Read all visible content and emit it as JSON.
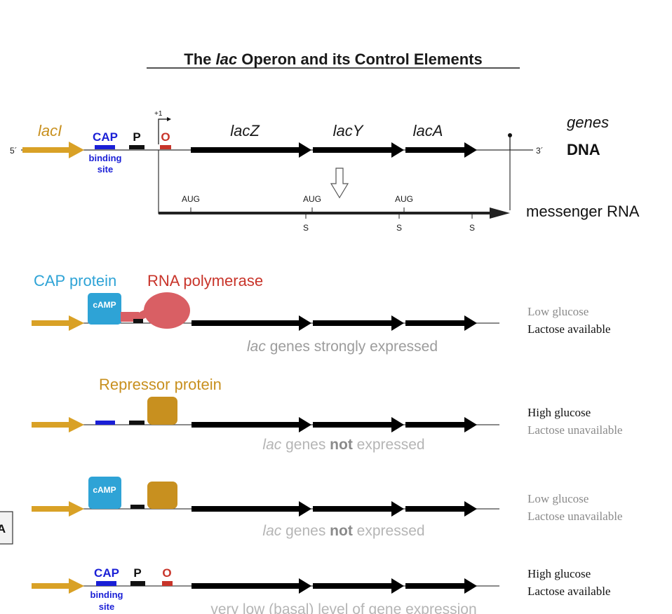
{
  "title": {
    "prefix": "The ",
    "italic": "lac",
    "suffix": " Operon and its Control Elements"
  },
  "top": {
    "lacI": "lacI",
    "five_prime": "5´",
    "three_prime": "3´",
    "cap": "CAP",
    "p": "P",
    "o": "O",
    "binding": "binding",
    "site": "site",
    "plus_one": "+1",
    "lacZ": "lacZ",
    "lacY": "lacY",
    "lacA": "lacA",
    "genes": "genes",
    "dna": "DNA",
    "aug1": "AUG",
    "aug2": "AUG",
    "aug3": "AUG",
    "s1": "S",
    "s2": "S",
    "s3": "S",
    "mrna": "messenger RNA"
  },
  "states": [
    {
      "header1": "CAP protein",
      "header2": "RNA polymerase",
      "camp": "cAMP",
      "cond1": "Low glucose",
      "cond2": "Lactose available",
      "expr_italic": "lac",
      "expr_rest": " genes strongly expressed"
    },
    {
      "header1": "Repressor protein",
      "cond1": "High glucose",
      "cond2": "Lactose unavailable",
      "expr_italic": "lac",
      "expr_mid": " genes ",
      "expr_bold": "not",
      "expr_end": " expressed"
    },
    {
      "camp": "cAMP",
      "cond1": "Low glucose",
      "cond2": "Lactose unavailable",
      "expr_italic": "lac",
      "expr_mid": " genes ",
      "expr_bold": "not",
      "expr_end": " expressed"
    },
    {
      "cap": "CAP",
      "p": "P",
      "o": "O",
      "binding": "binding",
      "site": "site",
      "cond1": "High glucose",
      "cond2": "Lactose available",
      "expr": "very low (basal) level of gene expression"
    }
  ],
  "side_tab": "A",
  "colors": {
    "lacI_arrow": "#d9a126",
    "cap_blue": "#1a1fd6",
    "operator_red": "#c8342a",
    "cap_protein": "#2ea3d6",
    "rna_polymerase": "#d95f64",
    "repressor": "#c8901f",
    "gene_arrow": "#000000"
  }
}
